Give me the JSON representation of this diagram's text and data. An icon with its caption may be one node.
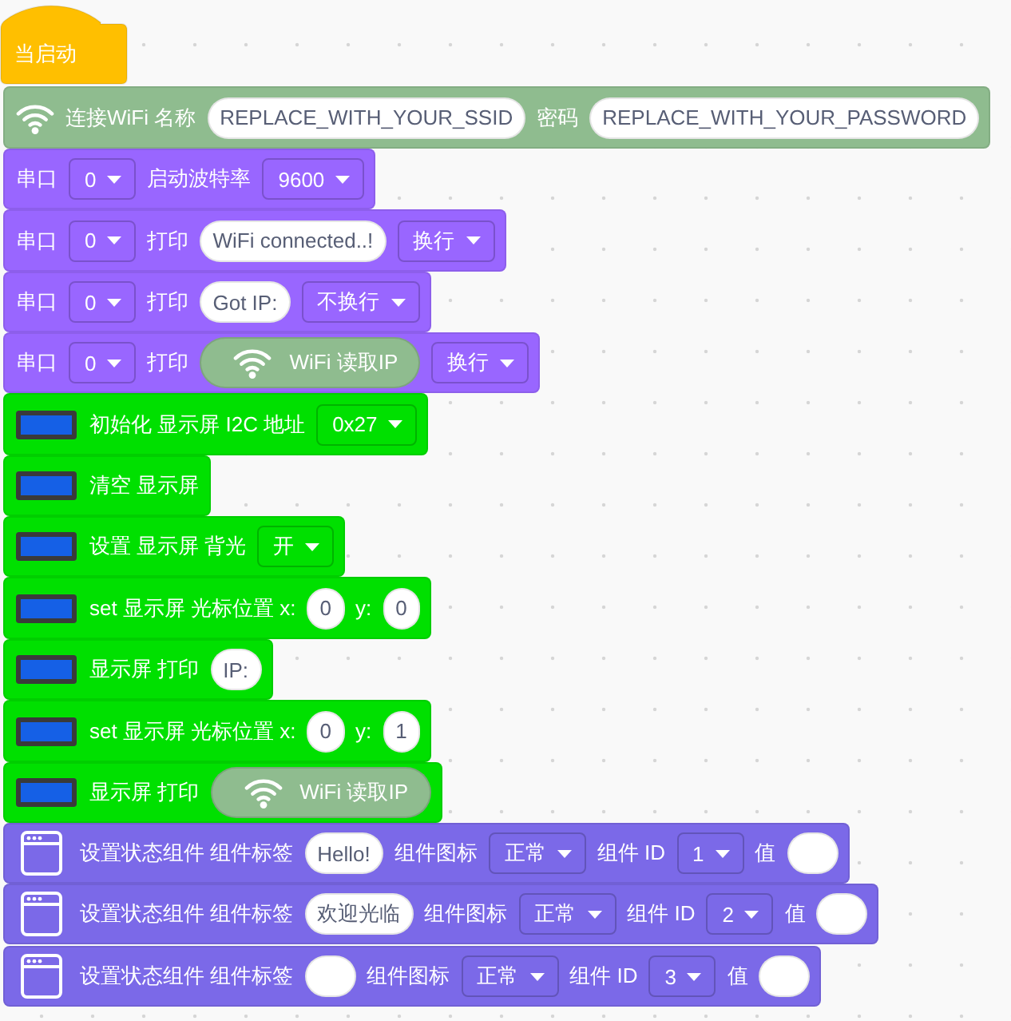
{
  "diagram": {
    "nodes": [
      {
        "text": [
          "当启动"
        ]
      },
      {
        "text": [
          "连接WiFi 名称",
          "密码"
        ]
      },
      {
        "text": [
          "REPLACE_WITH_YOUR_SSID"
        ],
        "in": 1
      },
      {
        "text": [
          "REPLACE_WITH_YOUR_PASSWORD"
        ],
        "in": 1
      },
      {
        "text": [
          "串口",
          "启动波特率"
        ]
      },
      {
        "text": [
          "0"
        ],
        "in": 4
      },
      {
        "text": [
          "9600"
        ],
        "in": 4
      },
      {
        "text": [
          "串口",
          "打印"
        ]
      },
      {
        "text": [
          "0"
        ],
        "in": 7
      },
      {
        "text": [
          "WiFi connected..!"
        ],
        "in": 7
      },
      {
        "text": [
          "换行"
        ],
        "in": 7
      },
      {
        "text": [
          "串口",
          "打印"
        ]
      },
      {
        "text": [
          "0"
        ],
        "in": 11
      },
      {
        "text": [
          "Got IP:"
        ],
        "in": 11
      },
      {
        "text": [
          "不换行"
        ],
        "in": 11
      },
      {
        "text": [
          "串口",
          "打印"
        ]
      },
      {
        "text": [
          "0"
        ],
        "in": 15
      },
      {
        "text": [
          "WiFi 读取IP"
        ],
        "in": 15
      },
      {
        "text": [
          "换行"
        ],
        "in": 15
      },
      {
        "text": [
          "初始化 显示屏 I2C 地址"
        ]
      },
      {
        "text": [
          "0x27"
        ],
        "in": 19
      },
      {
        "text": [
          "清空 显示屏"
        ]
      },
      {
        "text": [
          "设置 显示屏 背光"
        ]
      },
      {
        "text": [
          "开"
        ],
        "in": 22
      },
      {
        "text": [
          "set 显示屏 光标位置 x:",
          "y:"
        ]
      },
      {
        "text": [
          "0"
        ],
        "in": 24
      },
      {
        "text": [
          "0"
        ],
        "in": 24
      },
      {
        "text": [
          "显示屏 打印"
        ]
      },
      {
        "text": [
          "IP:"
        ],
        "in": 27
      },
      {
        "text": [
          "set 显示屏 光标位置 x:",
          "y:"
        ]
      },
      {
        "text": [
          "0"
        ],
        "in": 29
      },
      {
        "text": [
          "1"
        ],
        "in": 29
      },
      {
        "text": [
          "显示屏 打印"
        ]
      },
      {
        "text": [
          "WiFi 读取IP"
        ],
        "in": 32
      },
      {
        "text": [
          "设置状态组件 组件标签",
          "组件图标",
          "组件 ID",
          "值"
        ]
      },
      {
        "text": [
          "Hello!"
        ],
        "in": 34
      },
      {
        "text": [
          "正常"
        ],
        "in": 34
      },
      {
        "text": [
          "1"
        ],
        "in": 34
      },
      {
        "text": [],
        "shape": "oval",
        "in": 34
      },
      {
        "text": [
          "设置状态组件 组件标签",
          "组件图标",
          "组件 ID",
          "值"
        ]
      },
      {
        "text": [
          "欢迎光临"
        ],
        "in": 39
      },
      {
        "text": [
          "正常"
        ],
        "in": 39
      },
      {
        "text": [
          "2"
        ],
        "in": 39
      },
      {
        "text": [],
        "shape": "oval",
        "in": 39
      },
      {
        "text": [
          "设置状态组件 组件标签",
          "组件图标",
          "组件 ID",
          "值"
        ]
      },
      {
        "text": [],
        "shape": "oval",
        "in": 44
      },
      {
        "text": [
          "正常"
        ],
        "in": 44
      },
      {
        "text": [
          "3"
        ],
        "in": 44
      },
      {
        "text": [],
        "shape": "oval",
        "in": 44
      }
    ]
  }
}
